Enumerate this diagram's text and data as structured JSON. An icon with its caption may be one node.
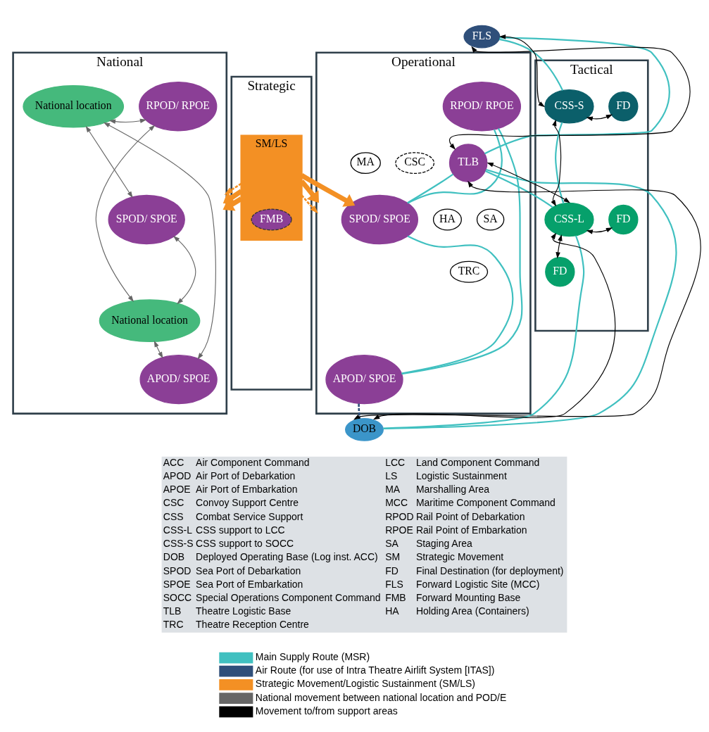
{
  "diagram": {
    "nodes": [
      {
        "text": [
          "National"
        ]
      },
      {
        "text": [
          "Strategic"
        ]
      },
      {
        "text": [
          "Operational"
        ]
      },
      {
        "text": [
          "Tactical"
        ]
      },
      {
        "text": [
          "National location"
        ],
        "in": 0
      },
      {
        "text": [
          "RPOD/ RPOE"
        ],
        "in": 0
      },
      {
        "text": [
          "SPOD/ SPOE"
        ],
        "in": 0
      },
      {
        "text": [
          "National location"
        ],
        "in": 0
      },
      {
        "text": [
          "APOD/ SPOE"
        ],
        "in": 0
      },
      {
        "text": [
          "SM/LS"
        ],
        "in": 1
      },
      {
        "text": [
          "FMB"
        ],
        "in": 9
      },
      {
        "text": [
          "RPOD/ RPOE"
        ],
        "in": 2
      },
      {
        "text": [
          "MA"
        ],
        "in": 2
      },
      {
        "text": [
          "SPOD/ SPOE"
        ],
        "in": 2
      },
      {
        "text": [
          "HA"
        ],
        "in": 2
      },
      {
        "text": [
          "TRC"
        ],
        "in": 2
      },
      {
        "text": [
          "APOD/ SPOE"
        ],
        "in": 2
      },
      {
        "text": [
          "CSC"
        ],
        "in": 2
      },
      {
        "text": [
          "SA"
        ],
        "in": 2
      },
      {
        "text": [
          "TLB"
        ],
        "in": 2
      },
      {
        "text": [
          "FLS"
        ]
      },
      {
        "text": [
          "DOB"
        ]
      },
      {
        "text": [
          "CSS-S"
        ],
        "in": 3
      },
      {
        "text": [
          "FD"
        ],
        "in": 3
      },
      {
        "text": [
          "CSS-L"
        ],
        "in": 3
      },
      {
        "text": [
          "FD"
        ],
        "in": 3
      },
      {
        "text": [
          "FD"
        ],
        "in": 3
      }
    ],
    "edges": [
      {
        "from": 4,
        "to": 5,
        "arrow": "both",
        "color": "#666666"
      },
      {
        "from": 4,
        "to": 6,
        "arrow": "both",
        "color": "#666666"
      },
      {
        "from": 4,
        "to": 8,
        "arrow": "both",
        "color": "#666666"
      },
      {
        "from": 7,
        "to": 5,
        "arrow": "both",
        "color": "#666666"
      },
      {
        "from": 7,
        "to": 6,
        "arrow": "both",
        "color": "#666666"
      },
      {
        "from": 7,
        "to": 8,
        "arrow": "both",
        "color": "#666666"
      },
      {
        "from": 9,
        "to": 0,
        "arrow": "to",
        "style": "dashed",
        "color": "#f39024"
      },
      {
        "from": 9,
        "to": 2,
        "arrow": "to",
        "style": "dashed",
        "color": "#f39024"
      },
      {
        "from": 9,
        "to": 0,
        "arrow": "to",
        "style": "thick",
        "color": "#f39024"
      },
      {
        "from": 9,
        "to": 13,
        "arrow": "to",
        "style": "thick",
        "color": "#f39024"
      },
      {
        "from": 9,
        "to": 0,
        "arrow": "to",
        "style": "thick",
        "color": "#f39024"
      },
      {
        "from": 9,
        "to": 2,
        "arrow": "to",
        "style": "thick",
        "color": "#f39024"
      },
      {
        "from": 11,
        "to": 13,
        "arrow": "none"
      },
      {
        "from": 11,
        "to": 16,
        "arrow": "none"
      },
      {
        "from": 13,
        "to": 16,
        "arrow": "none"
      },
      {
        "from": 13,
        "to": 19,
        "arrow": "none"
      },
      {
        "from": 19,
        "to": 20,
        "arrow": "none"
      },
      {
        "from": 19,
        "to": 24,
        "arrow": "none"
      },
      {
        "from": 19,
        "to": 21,
        "arrow": "none"
      },
      {
        "from": 20,
        "to": 22,
        "arrow": "none"
      },
      {
        "from": 22,
        "to": 24,
        "arrow": "none"
      },
      {
        "from": 24,
        "to": 21,
        "arrow": "none"
      },
      {
        "from": 16,
        "to": 21,
        "arrow": "none",
        "style": "dashed",
        "color": "#2f4f7a"
      },
      {
        "from": 19,
        "to": 20,
        "arrow": "both",
        "color": "#000000"
      },
      {
        "from": 19,
        "to": 21,
        "arrow": "both",
        "color": "#000000"
      },
      {
        "from": 24,
        "to": 19,
        "arrow": "both",
        "color": "#000000"
      },
      {
        "from": 20,
        "to": 22,
        "arrow": "both",
        "color": "#000000"
      },
      {
        "from": 22,
        "to": 23,
        "arrow": "both",
        "color": "#000000"
      },
      {
        "from": 22,
        "to": 24,
        "arrow": "both",
        "color": "#000000"
      },
      {
        "from": 24,
        "to": 25,
        "arrow": "both",
        "color": "#000000"
      },
      {
        "from": 24,
        "to": 26,
        "arrow": "both",
        "color": "#000000"
      },
      {
        "from": 24,
        "to": 21,
        "arrow": "both",
        "color": "#000000"
      }
    ],
    "labels": [
      "ACC",
      "Air Component Command",
      "LCC",
      "Land Component Command",
      "APOD",
      "Air Port of Debarkation",
      "LS",
      "Logistic Sustainment",
      "APOE",
      "Air Port of Embarkation",
      "MA",
      "Marshalling Area",
      "CSC",
      "Convoy Support Centre",
      "MCC",
      "Maritime Component Command",
      "CSS",
      "Combat Service Support",
      "RPOD",
      "Rail Point of Debarkation",
      "CSS-L",
      "CSS support to LCC",
      "RPOE",
      "Rail Point of Embarkation",
      "CSS-S",
      "CSS support to SOCC",
      "SA",
      "Staging Area",
      "DOB",
      "Deployed Operating Base (Log inst. ACC)",
      "SM",
      "Strategic Movement",
      "SPOD",
      "Sea Port of Debarkation",
      "FD",
      "Final Destination (for deployment)",
      "SPOE",
      "Sea Port of Embarkation",
      "FLS",
      "Forward Logistic Site (MCC)",
      "SOCC",
      "Special Operations Component Command",
      "FMB",
      "Forward Mounting Base",
      "TLB",
      "Theatre Logistic Base",
      "HA",
      "Holding Area (Containers)",
      "TRC",
      "Theatre Reception Centre"
    ],
    "legend": [
      {
        "text": "Main Supply Route (MSR)"
      },
      {
        "text": "Air Route (for use of Intra Theatre Airlift System [ITAS])"
      },
      {
        "text": "Strategic Movement/Logistic Sustainment (SM/LS)"
      },
      {
        "text": "National movement between national location and POD/E"
      },
      {
        "text": "Movement to/from support areas"
      }
    ]
  }
}
